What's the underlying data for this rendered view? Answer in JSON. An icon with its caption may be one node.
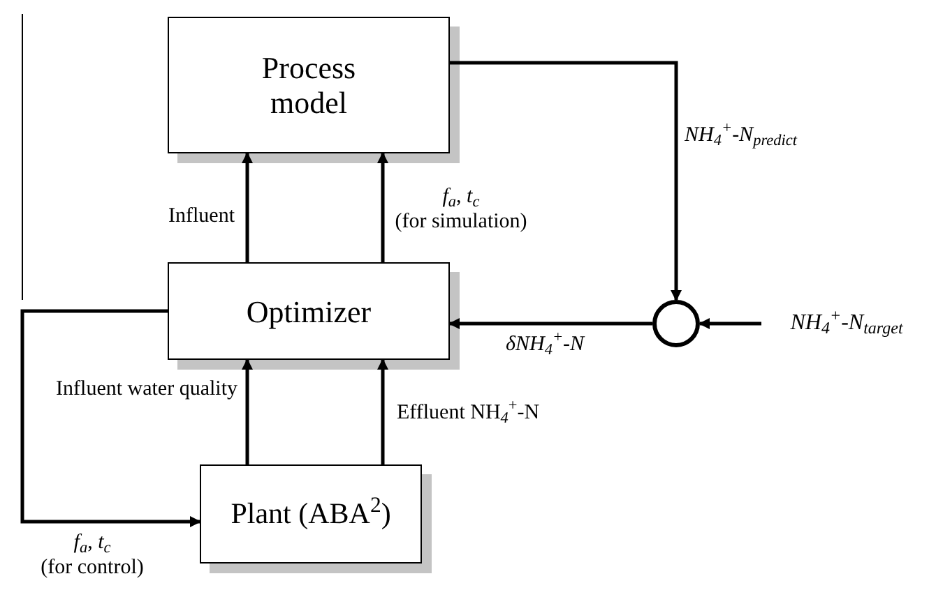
{
  "diagram": {
    "nodes": [
      {
        "text": [
          "Process model"
        ]
      },
      {
        "text": [
          "Optimizer"
        ]
      },
      {
        "text": [
          "Plant (ABA$^{2}$)"
        ]
      },
      {
        "text": [],
        "shape": "circle"
      },
      {
        "text": [
          "NH$_{4}$$^{+}$-N$_{target}$"
        ]
      }
    ],
    "edges": [
      {
        "from": 1,
        "to": 0,
        "arrow": "to",
        "label": "Influent"
      },
      {
        "from": 1,
        "to": 0,
        "arrow": "to",
        "label": "*f*$_{a}$, *t*$_{c}$ (for simulation)"
      },
      {
        "from": 2,
        "to": 1,
        "arrow": "to",
        "label": "Influent water quality"
      },
      {
        "from": 2,
        "to": 1,
        "arrow": "to",
        "label": "Effluent NH$_{4}$$^{+}$-N"
      },
      {
        "from": 0,
        "to": 3,
        "arrow": "to",
        "label": "NH$_{4}$$^{+}$-N$_{predict}$"
      },
      {
        "from": 4,
        "to": 3,
        "arrow": "to"
      },
      {
        "from": 3,
        "to": 1,
        "arrow": "to",
        "label": "δNH$_{4}$$^{+}$-N"
      },
      {
        "from": 1,
        "to": 2,
        "arrow": "to",
        "label": "*f*$_{a}$, *t*$_{c}$ (for control)"
      }
    ]
  }
}
